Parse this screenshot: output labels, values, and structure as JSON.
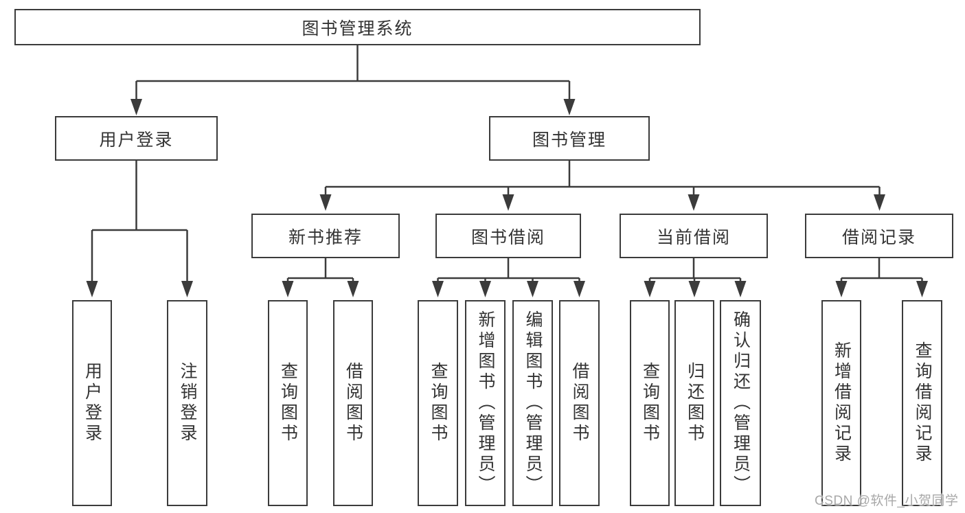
{
  "diagram": {
    "root": "图书管理系统",
    "level2": {
      "user_login": "用户登录",
      "book_mgmt": "图书管理"
    },
    "level3": {
      "recommend": "新书推荐",
      "borrow": "图书借阅",
      "current": "当前借阅",
      "records": "借阅记录"
    },
    "leaves": {
      "user": [
        "用户登录",
        "注销登录"
      ],
      "recommend": [
        "查询图书",
        "借阅图书"
      ],
      "borrow": [
        "查询图书",
        "新增图书（管理员）",
        "编辑图书（管理员）",
        "借阅图书"
      ],
      "current": [
        "查询图书",
        "归还图书",
        "确认归还（管理员）"
      ],
      "records": [
        "新增借阅记录",
        "查询借阅记录"
      ]
    }
  },
  "watermark": {
    "text": "CSDN @软件_小贺同学"
  },
  "colors": {
    "line": "#3b3b3b",
    "box_border": "#3b3b3b",
    "text": "#333333",
    "watermark": "#a8a8a8",
    "background": "#ffffff"
  }
}
